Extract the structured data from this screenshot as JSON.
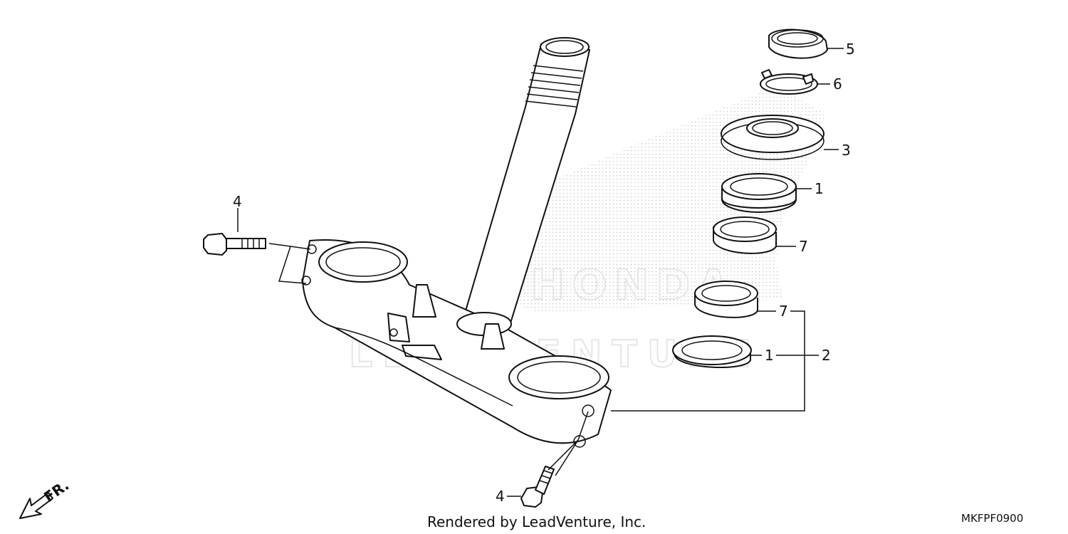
{
  "diagram": {
    "watermark_text": "LEADVENTURE",
    "watermark_brand": "HONDA",
    "part_labels": {
      "p1_upper": "1",
      "p1_lower": "1",
      "p2": "2",
      "p3": "3",
      "p4_upper": "4",
      "p4_lower": "4",
      "p5": "5",
      "p6": "6",
      "p7_upper": "7",
      "p7_lower": "7"
    },
    "direction_arrow": "FR.",
    "credit": "Rendered by LeadVenture, Inc.",
    "diagram_code": "MKFPF0900"
  },
  "icons": {
    "front_arrow": "arrow-down-left-icon"
  }
}
